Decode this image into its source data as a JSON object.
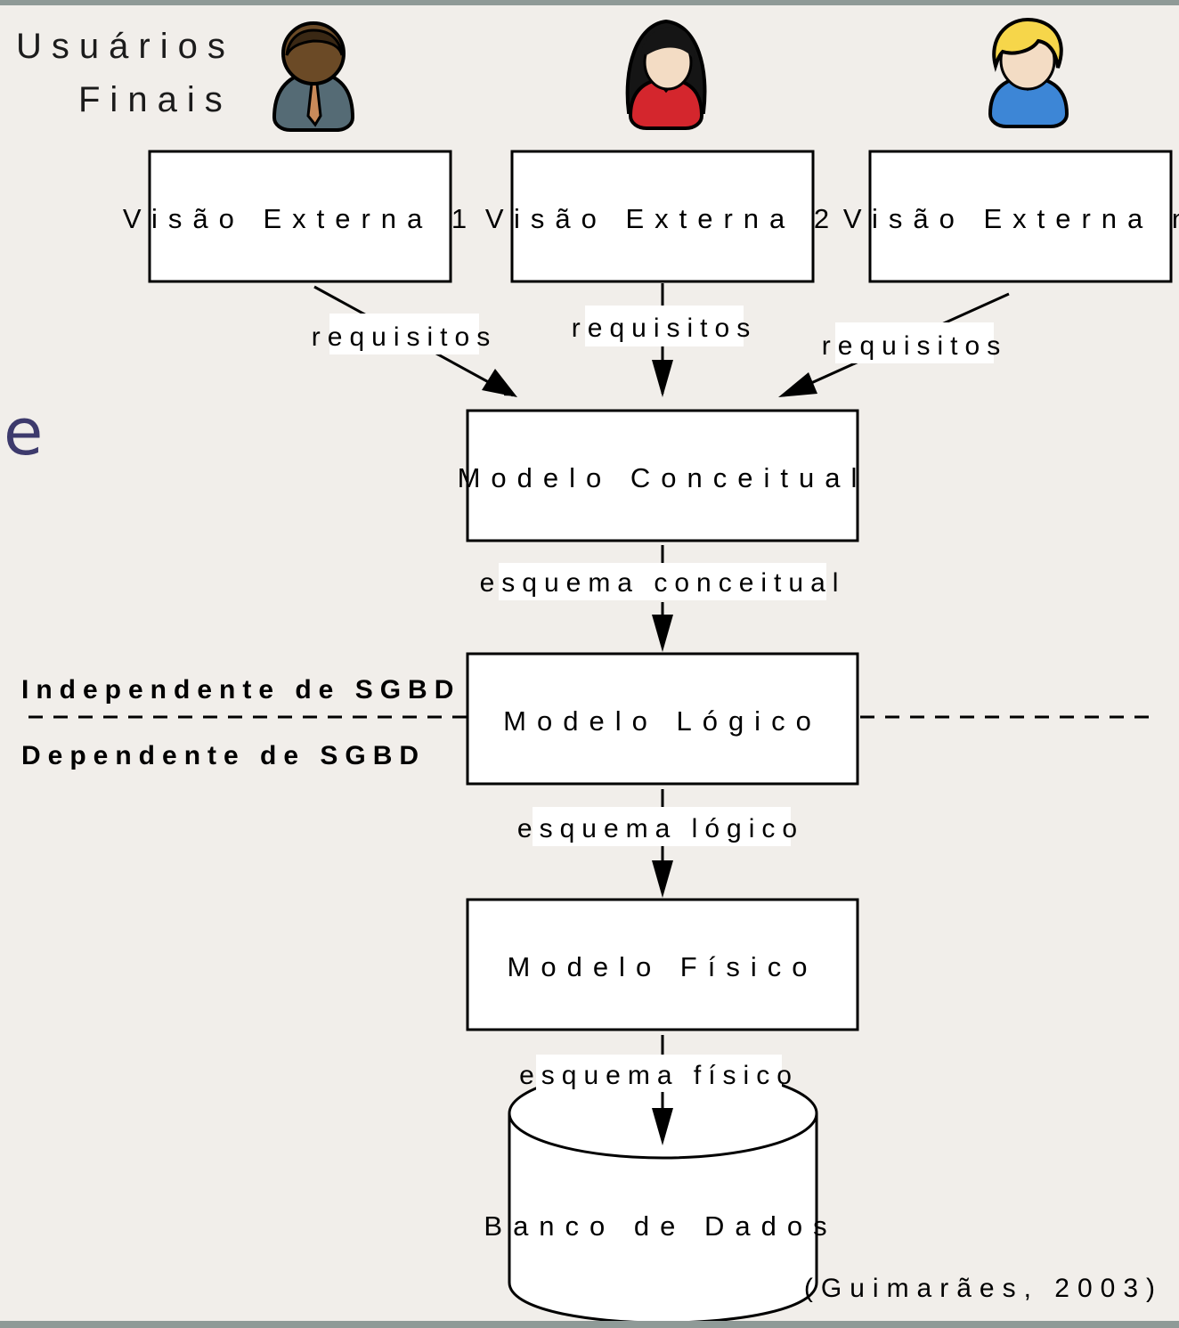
{
  "diagram": {
    "users_label": [
      "Usuários",
      "Finais"
    ],
    "stray_letter": "e",
    "external_views": [
      "Visão Externa 1",
      "Visão Externa 2",
      "Visão Externa n"
    ],
    "requisitos_labels": [
      "requisitos",
      "requisitos",
      "requisitos"
    ],
    "conceptual": "Modelo Conceitual",
    "conceptual_schema": "esquema conceitual",
    "logical": "Modelo Lógico",
    "logical_schema": "esquema lógico",
    "physical": "Modelo Físico",
    "physical_schema": "esquema físico",
    "database": "Banco de Dados",
    "independent": "Independente de SGBD",
    "dependent": "Dependente de SGBD",
    "citation": "(Guimarães, 2003)"
  },
  "colors": {
    "background": "#f1eeea",
    "user_man_shirt": "#556b75",
    "user_woman_shirt": "#d4262d",
    "user_boy_shirt": "#3d86d6",
    "skin": "#f3dcc4"
  },
  "icons": [
    "user-man-icon",
    "user-woman-icon",
    "user-blond-icon"
  ]
}
